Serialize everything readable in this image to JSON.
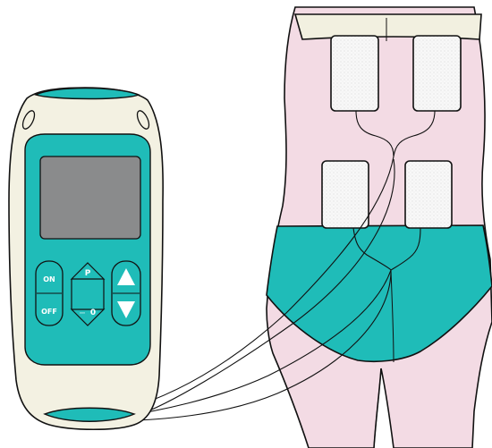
{
  "device": {
    "buttons": {
      "on_label": "ON",
      "off_label": "OFF",
      "program_label": "P",
      "timer_label": "0"
    },
    "icons": [
      "up-arrow-icon",
      "down-arrow-icon",
      "timer-icon",
      "program-icon"
    ],
    "colors": {
      "teal": "#1fbcb8",
      "shell": "#f3f1e2",
      "screen": "#8a8b8c"
    }
  },
  "body": {
    "colors": {
      "skin": "#f3dbe4",
      "briefs": "#1fbcb8",
      "waistband": "#f2f0e0",
      "electrode": "#f6f6f6"
    }
  }
}
